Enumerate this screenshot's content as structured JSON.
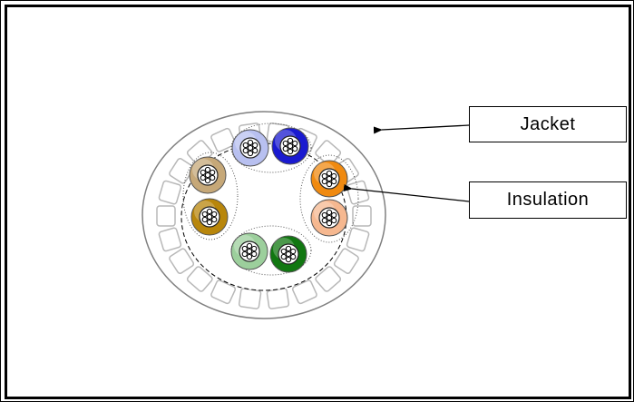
{
  "labels": {
    "jacket": "Jacket",
    "insulation": "Insulation"
  },
  "icons": {
    "arrow": "arrow-left-icon",
    "conductor": "stranded-conductor-icon"
  },
  "colors": {
    "frame": "#000000",
    "jacket_ring": "#808080",
    "segment_fill": "#d8d8d8",
    "blue_white": "#b8c0f0",
    "blue": "#1a1ad0",
    "orange": "#f08a10",
    "orange_white": "#f6b890",
    "brown_white": "#c6a878",
    "brown": "#b8860b",
    "green_white": "#9ccf9c",
    "green": "#117711"
  },
  "wires": [
    {
      "name": "blue-white-wire",
      "color": "#b8c0f0"
    },
    {
      "name": "blue-wire",
      "color": "#1a1ad0"
    },
    {
      "name": "orange-wire",
      "color": "#f08a10"
    },
    {
      "name": "orange-white-wire",
      "color": "#f6b890"
    },
    {
      "name": "brown-white-wire",
      "color": "#c6a878"
    },
    {
      "name": "brown-wire",
      "color": "#b8860b"
    },
    {
      "name": "green-white-wire",
      "color": "#9ccf9c"
    },
    {
      "name": "green-wire",
      "color": "#117711"
    }
  ]
}
